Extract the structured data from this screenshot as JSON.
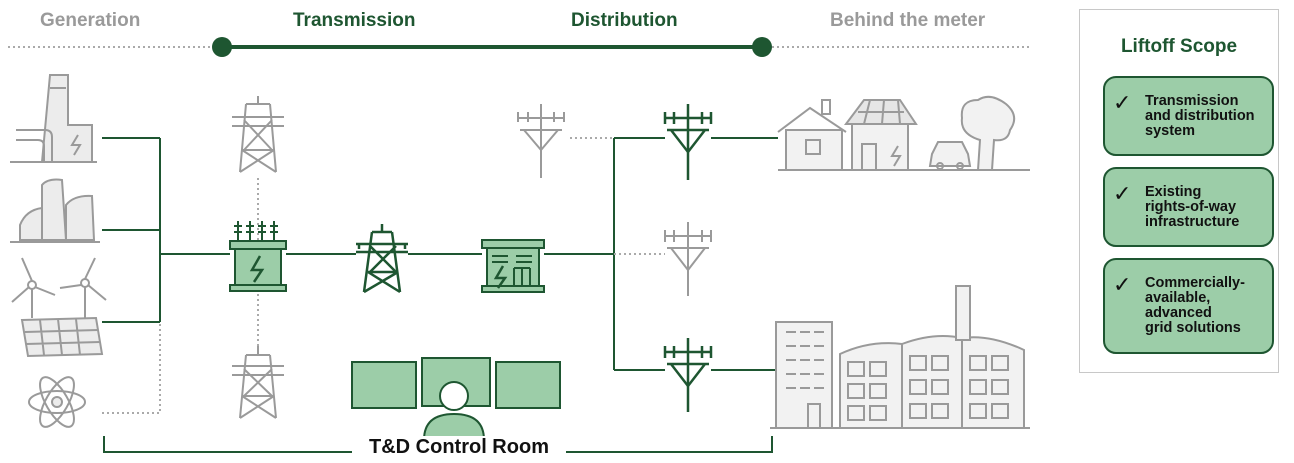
{
  "headers": {
    "generation": "Generation",
    "transmission": "Transmission",
    "distribution": "Distribution",
    "behind_meter": "Behind the meter"
  },
  "control_room": "T&D Control Room",
  "scope": {
    "title": "Liftoff Scope",
    "items": [
      {
        "lines": [
          "Transmission",
          "and distribution",
          "system"
        ]
      },
      {
        "lines": [
          "Existing",
          "rights-of-way",
          "infrastructure"
        ]
      },
      {
        "lines": [
          "Commercially-",
          "available,",
          "advanced",
          "grid solutions"
        ]
      }
    ]
  },
  "colors": {
    "accent": "#1e5631",
    "fill": "#9ccda8",
    "gray": "#9a9a9a"
  }
}
